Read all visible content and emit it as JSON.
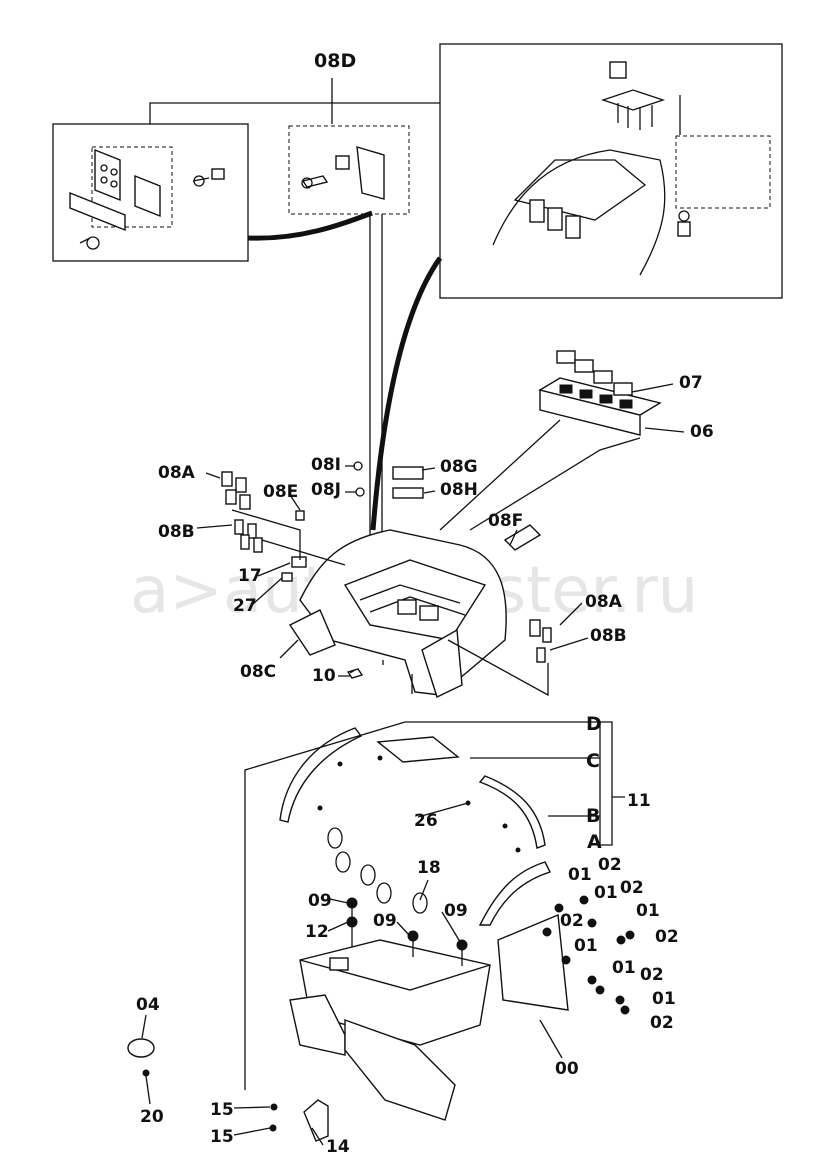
{
  "watermark": "a>auto-master.ru",
  "callouts": {
    "c08D": "08D",
    "c07": "07",
    "c06": "06",
    "c08A_l": "08A",
    "c08I": "08I",
    "c08G": "08G",
    "c08J": "08J",
    "c08H": "08H",
    "c08E": "08E",
    "c08B_l": "08B",
    "c08F": "08F",
    "c17": "17",
    "c27": "27",
    "c08A_r": "08A",
    "c08B_r": "08B",
    "c08C": "08C",
    "c10": "10",
    "cD": "D",
    "cC": "C",
    "cB": "B",
    "c11": "11",
    "c26": "26",
    "cA": "A",
    "c18": "18",
    "c09a": "09",
    "c09b": "09",
    "c09c": "09",
    "c12": "12",
    "c04": "04",
    "c20": "20",
    "c15a": "15",
    "c15b": "15",
    "c14": "14",
    "c00": "00",
    "f01a": "01",
    "f02a": "02",
    "f01b": "01",
    "f02b": "02",
    "f02c": "02",
    "f01c": "01",
    "f01d": "01",
    "f02d": "02",
    "f01e": "01",
    "f02e": "02",
    "f01f": "01",
    "f02f": "02"
  },
  "colors": {
    "ink": "#111111",
    "paper": "#ffffff"
  }
}
